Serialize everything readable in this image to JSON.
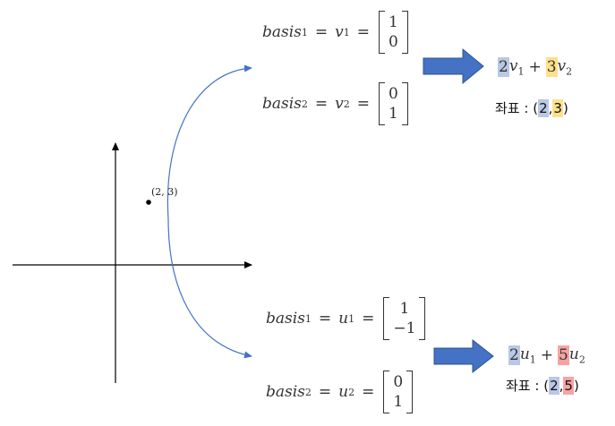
{
  "point_label": "(2, 3)",
  "basis_v": {
    "b1": {
      "name": "basis",
      "sub": "1",
      "vec": "v",
      "vsub": "1",
      "entries": [
        "1",
        "0"
      ]
    },
    "b2": {
      "name": "basis",
      "sub": "2",
      "vec": "v",
      "vsub": "2",
      "entries": [
        "0",
        "1"
      ]
    }
  },
  "basis_u": {
    "b1": {
      "name": "basis",
      "sub": "1",
      "vec": "u",
      "vsub": "1",
      "entries": [
        "1",
        "−1"
      ]
    },
    "b2": {
      "name": "basis",
      "sub": "2",
      "vec": "u",
      "vsub": "2",
      "entries": [
        "0",
        "1"
      ]
    }
  },
  "result_v": {
    "c1": "2",
    "vec1": "v",
    "s1": "1",
    "plus": "+",
    "c2": "3",
    "vec2": "v",
    "s2": "2",
    "coord_label": "좌표 : ",
    "open": "(",
    "x": "2",
    "comma": ",",
    "y": "3",
    "close": ")"
  },
  "result_u": {
    "c1": "2",
    "vec1": "u",
    "s1": "1",
    "plus": "+",
    "c2": "5",
    "vec2": "u",
    "s2": "2",
    "coord_label": "좌표 : ",
    "open": "(",
    "x": "2",
    "comma": ",",
    "y": "5",
    "close": ")"
  },
  "colors": {
    "arrow_fill": "#4472c4",
    "curve": "#4472c4",
    "highlight_blue": "#b9c8e4",
    "highlight_yellow": "#fde08b",
    "highlight_red": "#f6a3a3"
  },
  "equals": "="
}
